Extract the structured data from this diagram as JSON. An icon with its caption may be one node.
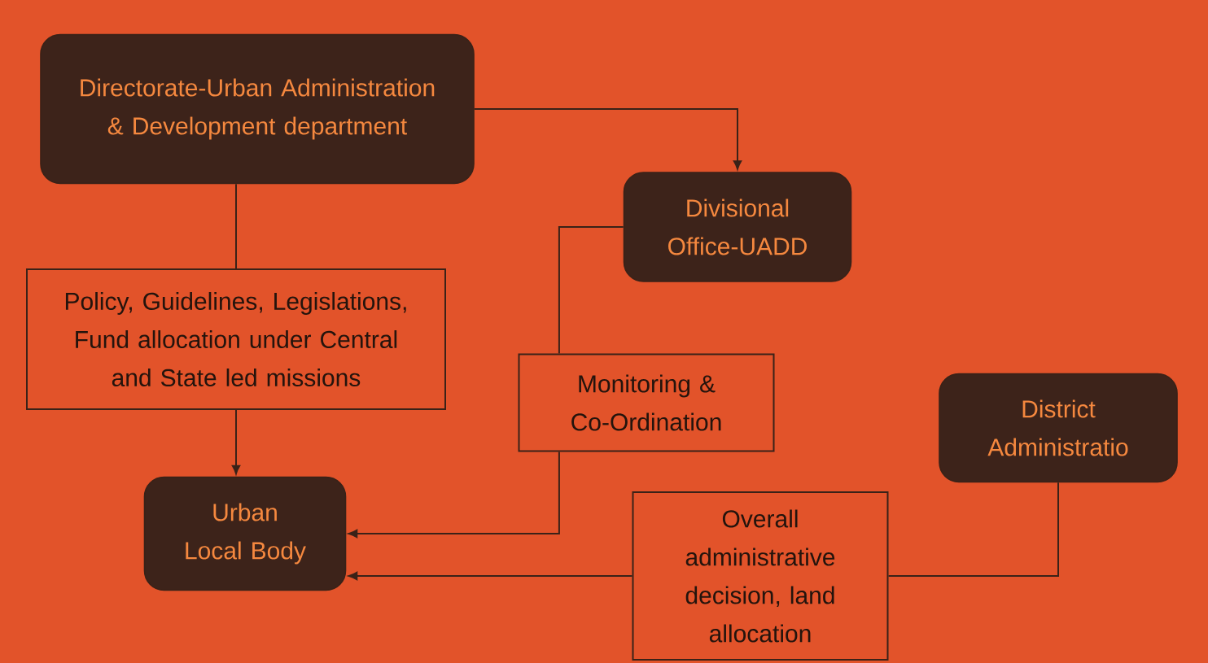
{
  "diagram": {
    "nodes": [
      {
        "text": [
          "Directorate-Urban Administration & Development department"
        ]
      },
      {
        "text": [
          "Divisional Office-UADD"
        ]
      },
      {
        "text": [
          "Policy, Guidelines, Legislations, Fund allocation under Central and State led missions"
        ]
      },
      {
        "text": [
          "Monitoring & Co-Ordination"
        ]
      },
      {
        "text": [
          "District Administratio"
        ]
      },
      {
        "text": [
          "Urban Local Body"
        ]
      },
      {
        "text": [
          "Overall administrative decision, land allocation"
        ]
      }
    ],
    "edges": [
      {
        "from": 0,
        "to": 1,
        "arrow": "to"
      },
      {
        "from": 0,
        "to": 2,
        "arrow": "none"
      },
      {
        "from": 2,
        "to": 5,
        "arrow": "to"
      },
      {
        "from": 1,
        "to": 3,
        "arrow": "none"
      },
      {
        "from": 3,
        "to": 5,
        "arrow": "to"
      },
      {
        "from": 4,
        "to": 6,
        "arrow": "none"
      },
      {
        "from": 6,
        "to": 5,
        "arrow": "to"
      }
    ]
  }
}
